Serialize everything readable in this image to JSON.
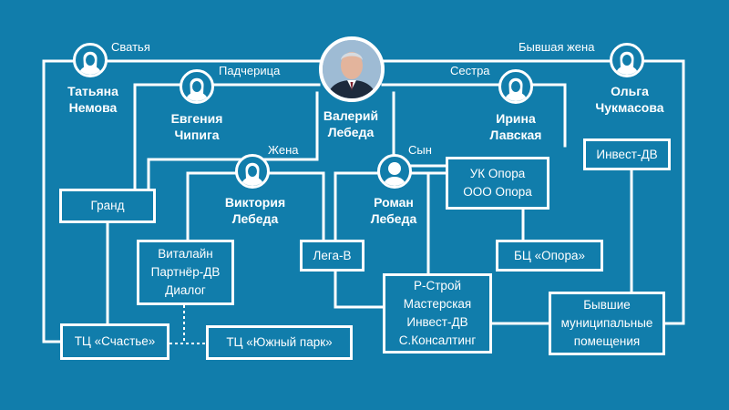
{
  "center": {
    "name_line1": "Валерий",
    "name_line2": "Лебеда"
  },
  "people": {
    "nemova": {
      "line1": "Татьяна",
      "line2": "Немова",
      "relation": "Сватья"
    },
    "chipiga": {
      "line1": "Евгения",
      "line2": "Чипига",
      "relation": "Падчерица"
    },
    "viktoria": {
      "line1": "Виктория",
      "line2": "Лебеда",
      "relation": "Жена"
    },
    "roman": {
      "line1": "Роман",
      "line2": "Лебеда",
      "relation": "Сын"
    },
    "irina": {
      "line1": "Ирина",
      "line2": "Лавская",
      "relation": "Сестра"
    },
    "olga": {
      "line1": "Ольга",
      "line2": "Чукмасова",
      "relation": "Бывшая жена"
    }
  },
  "companies": {
    "grand": {
      "lines": [
        "Гранд"
      ]
    },
    "vitalain": {
      "lines": [
        "Виталайн",
        "Партнёр-ДВ",
        "Диалог"
      ]
    },
    "schastye": {
      "lines": [
        "ТЦ «Счастье»"
      ]
    },
    "yuzhny": {
      "lines": [
        "ТЦ «Южный парк»"
      ]
    },
    "lega": {
      "lines": [
        "Лега-В"
      ]
    },
    "rstroy": {
      "lines": [
        "Р-Строй",
        "Мастерская",
        "Инвест-ДВ",
        "С.Консалтинг"
      ]
    },
    "ukopora": {
      "lines": [
        "УК Опора",
        "ООО Опора"
      ]
    },
    "bcopora": {
      "lines": [
        "БЦ «Опора»"
      ]
    },
    "investdv": {
      "lines": [
        "Инвест-ДВ"
      ]
    },
    "municipal": {
      "lines": [
        "Бывшие",
        "муниципальные",
        "помещения"
      ]
    }
  },
  "colors": {
    "background": "#117dab",
    "foreground": "#ffffff"
  },
  "icons": {
    "person": "person-silhouette-icon",
    "main": "portrait-photo"
  }
}
